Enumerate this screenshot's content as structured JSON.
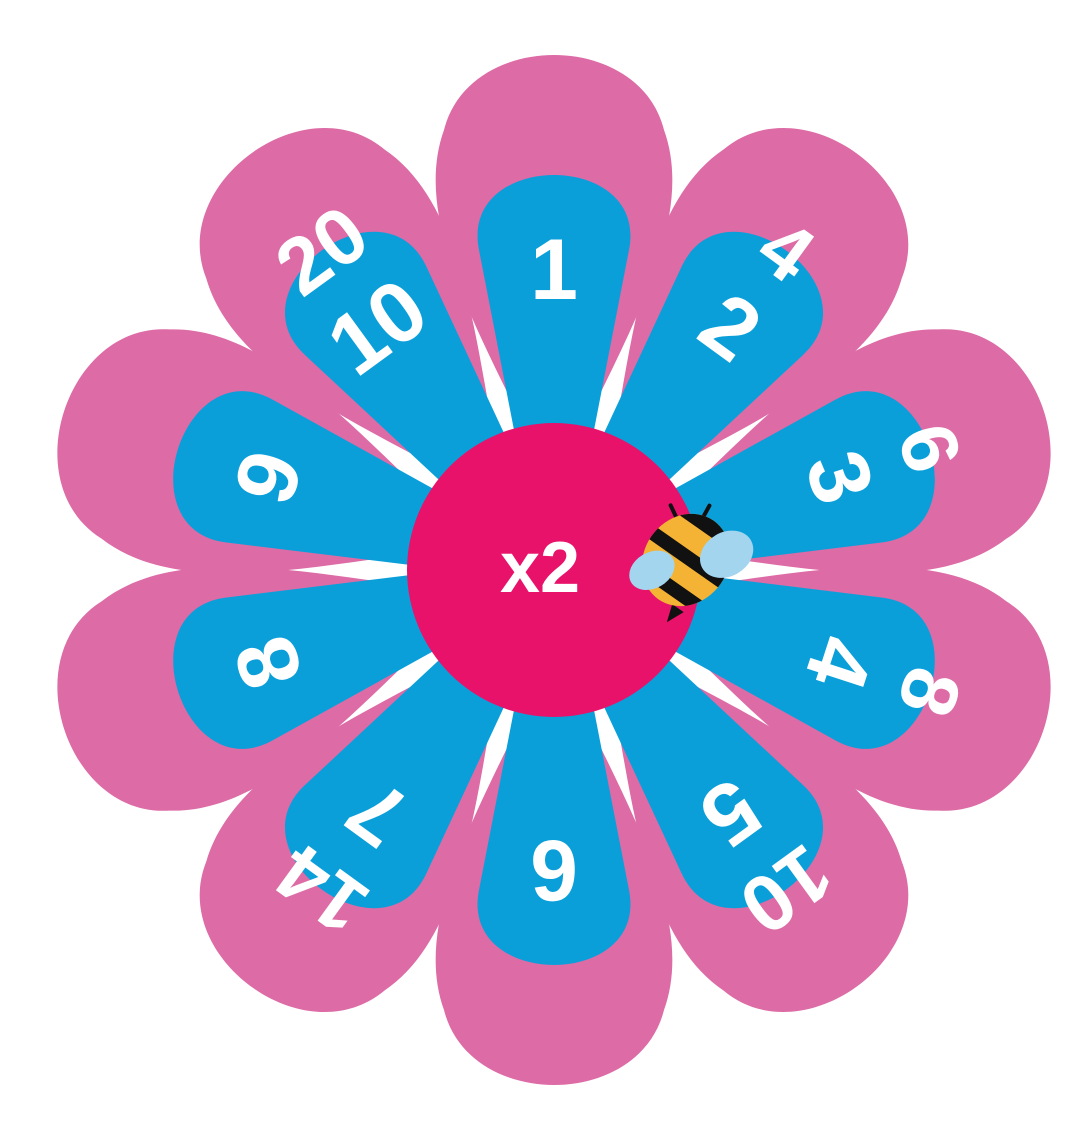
{
  "game": {
    "multiplier_label": "x2",
    "inner_numbers": [
      "1",
      "2",
      "3",
      "4",
      "5",
      "6",
      "7",
      "8",
      "9",
      "10"
    ],
    "outer_numbers": [
      "",
      "4",
      "6",
      "8",
      "10",
      "",
      "14",
      "",
      "",
      "20"
    ]
  },
  "colors": {
    "outer_petal": "#DD6BA6",
    "inner_petal": "#0B9FDA",
    "center": "#E8126A",
    "bee_body": "#F5B335",
    "bee_stripe": "#111111",
    "bee_wing": "#A3D5EF"
  },
  "icons": {
    "bee": "bee-icon"
  }
}
